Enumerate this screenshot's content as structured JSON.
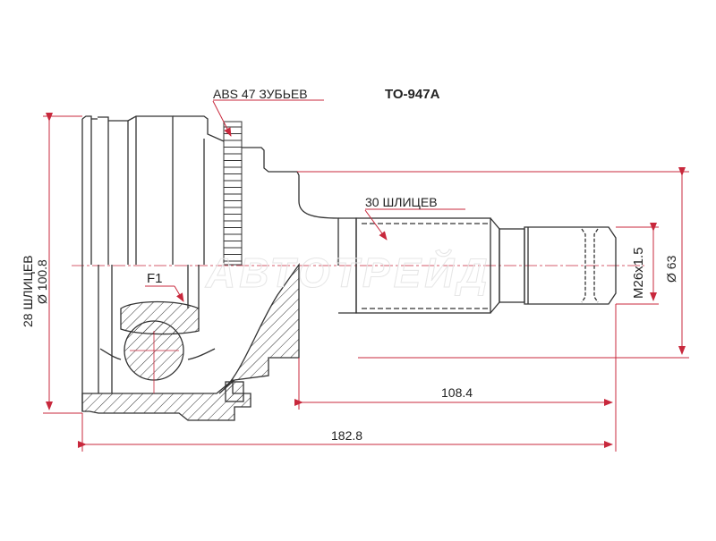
{
  "drawing": {
    "part_number": "TO-947A",
    "watermark": "АВТОТРЕЙД",
    "colors": {
      "outline": "#333333",
      "dimension": "#c8283c",
      "background": "#ffffff"
    },
    "labels": {
      "abs_teeth": "ABS 47 ЗУБЬЕВ",
      "outer_splines": "28 ШЛИЦЕВ",
      "outer_diameter": "Ø 100.8",
      "shaft_splines": "30 ШЛИЦЕВ",
      "thread": "M26x1.5",
      "shaft_diameter": "Ø 63",
      "flange_marker": "F1",
      "length_shaft": "108.4",
      "length_total": "182.8"
    }
  }
}
